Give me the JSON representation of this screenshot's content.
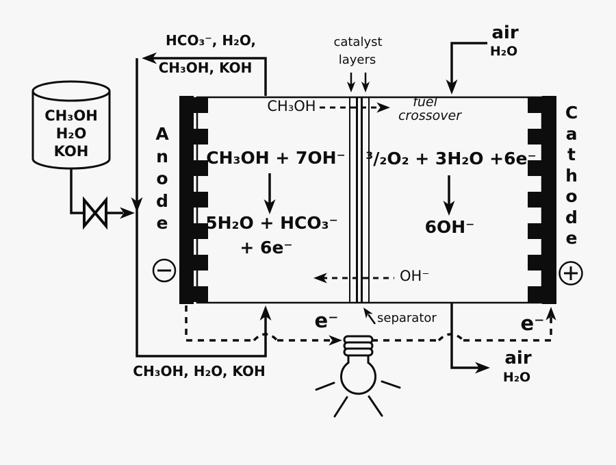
{
  "colors": {
    "background": "#f7f7f7",
    "ink": "#0d0d0d"
  },
  "tank": {
    "lines": [
      "CH₃OH",
      "H₂O",
      "KOH"
    ]
  },
  "recirculation": {
    "top_line1": "HCO₃⁻, H₂O,",
    "top_line2": "CH₃OH, KOH",
    "bottom_label": "CH₃OH, H₂O, KOH"
  },
  "cell": {
    "anode_label": "A\nn\no\nd\ne",
    "cathode_label": "C\na\nt\nh\no\nd\ne",
    "anode_polarity": "−",
    "cathode_polarity": "+",
    "anode_reaction": {
      "reactants": "CH₃OH + 7OH⁻",
      "products_line1": "5H₂O + HCO₃⁻",
      "products_line2": "+ 6e⁻"
    },
    "cathode_reaction": {
      "reactants": "³/₂O₂ + 3H₂O +6e⁻",
      "products": "6OH⁻"
    },
    "crossover": {
      "source": "CH₃OH",
      "label_line1": "fuel",
      "label_line2": "crossover"
    },
    "hydroxide_label": "OH⁻",
    "catalyst_label_line1": "catalyst",
    "catalyst_label_line2": "layers",
    "separator_label": "separator"
  },
  "air_in": {
    "line1": "air",
    "line2": "H₂O"
  },
  "air_out": {
    "line1": "air",
    "line2": "H₂O"
  },
  "electrons": {
    "left": "e⁻",
    "right": "e⁻"
  }
}
